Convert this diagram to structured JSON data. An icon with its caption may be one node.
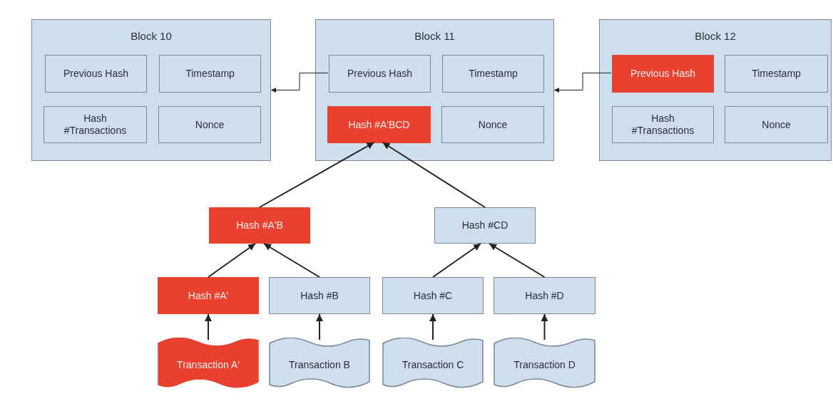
{
  "diagram": {
    "nodes": [
      {
        "text": [
          "Block 10"
        ]
      },
      {
        "text": [
          "Previous Hash"
        ],
        "in": 0
      },
      {
        "text": [
          "Timestamp"
        ],
        "in": 0
      },
      {
        "text": [
          "Hash #Transactions"
        ],
        "in": 0
      },
      {
        "text": [
          "Nonce"
        ],
        "in": 0
      },
      {
        "text": [
          "Block 11"
        ]
      },
      {
        "text": [
          "Previous Hash"
        ],
        "in": 5
      },
      {
        "text": [
          "Timestamp"
        ],
        "in": 5
      },
      {
        "text": [
          "Hash #A'BCD"
        ],
        "in": 5
      },
      {
        "text": [
          "Nonce"
        ],
        "in": 5
      },
      {
        "text": [
          "Block 12"
        ]
      },
      {
        "text": [
          "Previous Hash"
        ],
        "in": 10
      },
      {
        "text": [
          "Timestamp"
        ],
        "in": 10
      },
      {
        "text": [
          "Hash #Transactions"
        ],
        "in": 10
      },
      {
        "text": [
          "Nonce"
        ],
        "in": 10
      },
      {
        "text": [
          "Hash #A'B"
        ]
      },
      {
        "text": [
          "Hash #CD"
        ]
      },
      {
        "text": [
          "Hash #A'"
        ]
      },
      {
        "text": [
          "Hash #B"
        ]
      },
      {
        "text": [
          "Hash #C"
        ]
      },
      {
        "text": [
          "Hash #D"
        ]
      },
      {
        "text": [
          "Transaction A'"
        ]
      },
      {
        "text": [
          "Transaction B"
        ]
      },
      {
        "text": [
          "Transaction C"
        ]
      },
      {
        "text": [
          "Transaction D"
        ]
      }
    ],
    "edges": [
      {
        "from": 6,
        "to": 0,
        "arrow": "to"
      },
      {
        "from": 11,
        "to": 5,
        "arrow": "to"
      },
      {
        "from": 15,
        "to": 8,
        "arrow": "to"
      },
      {
        "from": 16,
        "to": 8,
        "arrow": "to"
      },
      {
        "from": 17,
        "to": 15,
        "arrow": "to"
      },
      {
        "from": 18,
        "to": 15,
        "arrow": "to"
      },
      {
        "from": 19,
        "to": 16,
        "arrow": "to"
      },
      {
        "from": 20,
        "to": 16,
        "arrow": "to"
      },
      {
        "from": 21,
        "to": 17,
        "arrow": "to"
      },
      {
        "from": 22,
        "to": 18,
        "arrow": "to"
      },
      {
        "from": 23,
        "to": 19,
        "arrow": "to"
      },
      {
        "from": 24,
        "to": 20,
        "arrow": "to"
      }
    ]
  }
}
